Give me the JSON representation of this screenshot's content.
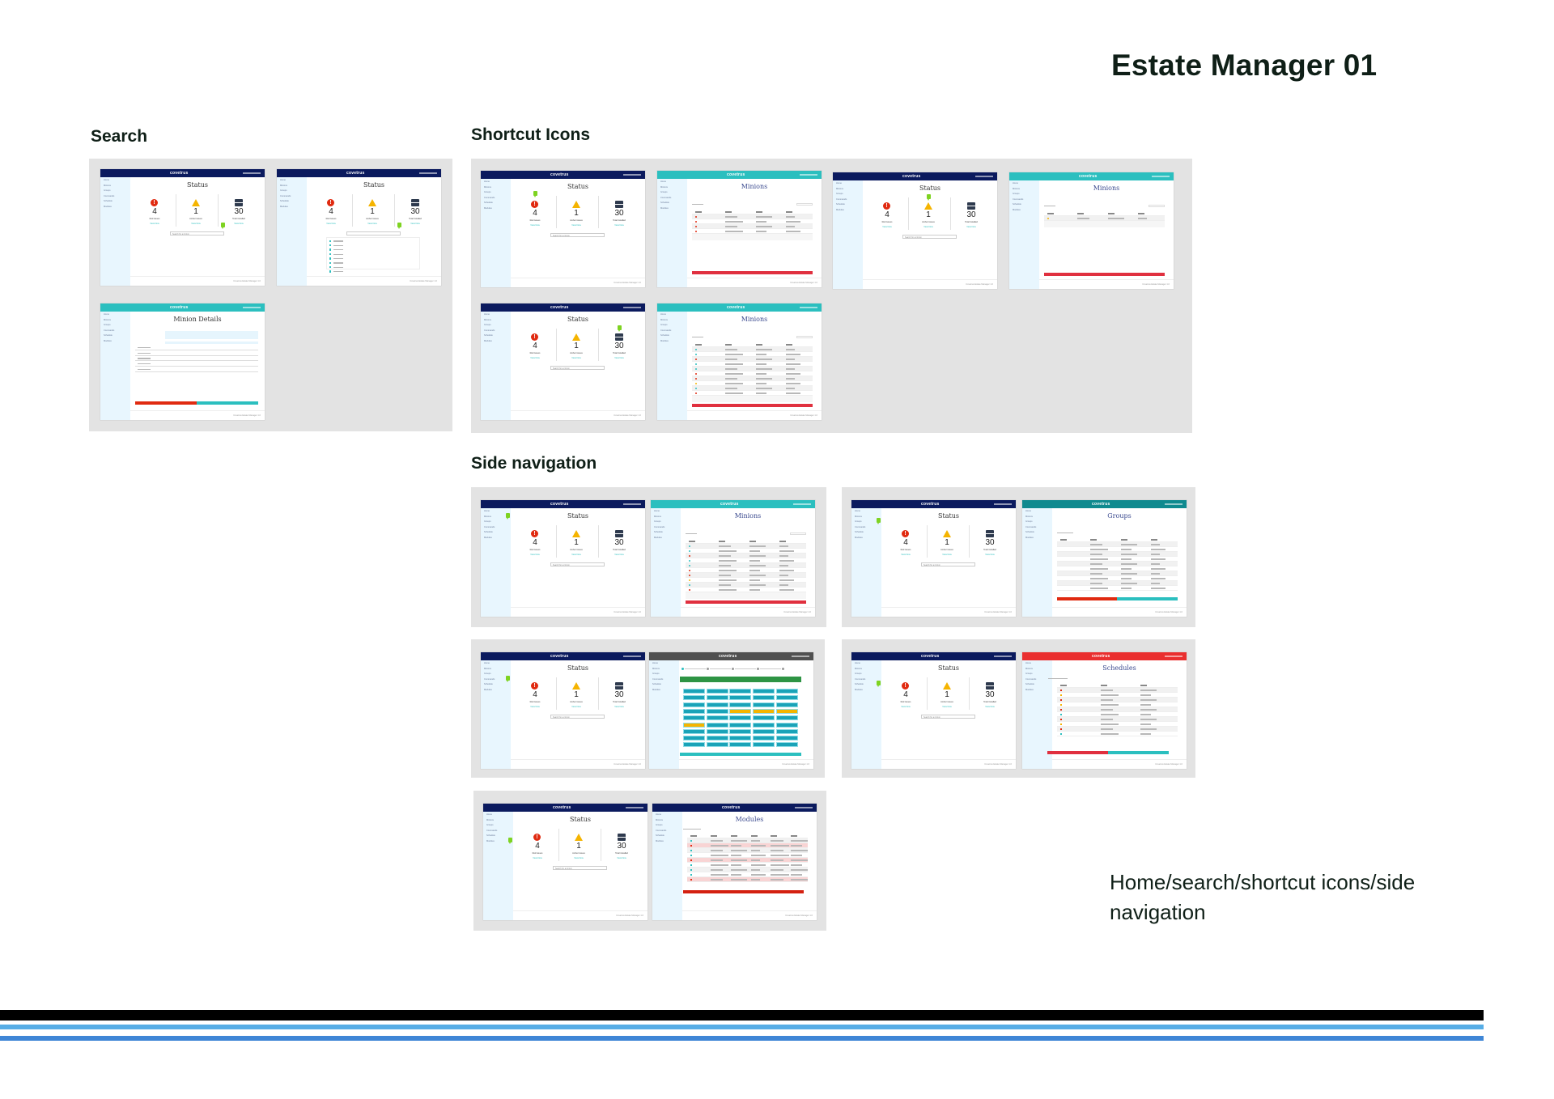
{
  "page": {
    "title": "Estate Manager 01",
    "caption": "Home/search/shortcut icons/side navigation"
  },
  "sections": {
    "search": "Search",
    "shortcut_icons": "Shortcut Icons",
    "side_navigation": "Side navigation"
  },
  "app": {
    "logo": "covetrus",
    "sidebar": [
      "Home",
      "Minions",
      "Groups",
      "Commands",
      "Schedule",
      "Modules"
    ],
    "footer": "Covetrus Estate Manager 1.0",
    "status": {
      "title": "Status",
      "red_count": "4",
      "red_label": "Red issues",
      "amber_count": "1",
      "amber_label": "Amber issues",
      "total_count": "30",
      "total_label": "Total installed",
      "view_now": "View Now",
      "search_placeholder": "Search for a minion"
    },
    "titles": {
      "minions": "Minions",
      "details": "Minion Details",
      "groups": "Groups",
      "schedules": "Schedules",
      "modules": "Modules"
    }
  },
  "colors": {
    "navy": "#0b1a5e",
    "teal": "#2bbfbf",
    "dark_teal": "#0f8a8f",
    "gray": "#505050",
    "red": "#ea2f2f",
    "marker": "#7ed321",
    "issue_red": "#e02a10",
    "issue_amber": "#f5b400",
    "back_red": "#e0303f",
    "lines": [
      "#000000",
      "#56ade6",
      "#3f86d6"
    ]
  },
  "screens": {
    "search": [
      {
        "type": "status",
        "header": "navy",
        "marker": "search"
      },
      {
        "type": "status",
        "header": "navy",
        "marker": "search",
        "dropdown": 8
      },
      {
        "type": "details",
        "header": "teal"
      }
    ],
    "shortcut": [
      {
        "type": "status",
        "header": "navy",
        "marker": "red"
      },
      {
        "type": "minions",
        "header": "teal",
        "rows": [
          "r",
          "r",
          "r",
          "r"
        ]
      },
      {
        "type": "status",
        "header": "navy",
        "marker": "amber"
      },
      {
        "type": "minions",
        "header": "teal",
        "rows": [
          "a"
        ]
      },
      {
        "type": "status",
        "header": "navy",
        "marker": "total"
      },
      {
        "type": "minions",
        "header": "teal",
        "rows": [
          "t",
          "t",
          "r",
          "t",
          "t",
          "r",
          "r",
          "a",
          "t",
          "r"
        ]
      }
    ],
    "side": [
      {
        "type": "status",
        "header": "navy",
        "marker": "side-1"
      },
      {
        "type": "minions",
        "header": "teal",
        "rows": [
          "t",
          "t",
          "r",
          "t",
          "t",
          "r",
          "r",
          "a",
          "t",
          "r"
        ]
      },
      {
        "type": "status",
        "header": "navy",
        "marker": "side-2"
      },
      {
        "type": "groups",
        "header": "dark_teal"
      },
      {
        "type": "status",
        "header": "navy",
        "marker": "side-3"
      },
      {
        "type": "grid",
        "header": "gray"
      },
      {
        "type": "status",
        "header": "navy",
        "marker": "side-4"
      },
      {
        "type": "schedules",
        "header": "red",
        "rows": [
          "r",
          "a",
          "r",
          "a",
          "r",
          "t",
          "r",
          "a",
          "r",
          "t"
        ]
      },
      {
        "type": "status",
        "header": "navy",
        "marker": "side-5"
      },
      {
        "type": "modules",
        "header": "navy",
        "rows": [
          "ok",
          "err",
          "ok",
          "ok",
          "err",
          "ok",
          "ok",
          "ok",
          "err"
        ]
      }
    ]
  }
}
